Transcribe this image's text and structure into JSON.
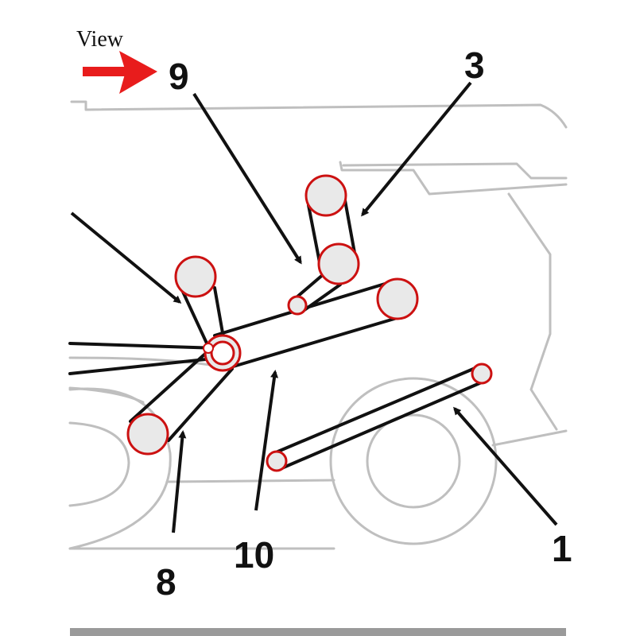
{
  "header": {
    "view_label": "View",
    "view_arrow_color": "#e81c1c"
  },
  "callouts": {
    "c1": "1",
    "c3": "3",
    "c8": "8",
    "c9": "9",
    "c10": "10"
  },
  "colors": {
    "pulley_outline": "#cc1111",
    "belt": "#111111",
    "machine_outline": "#bfbfbf"
  }
}
